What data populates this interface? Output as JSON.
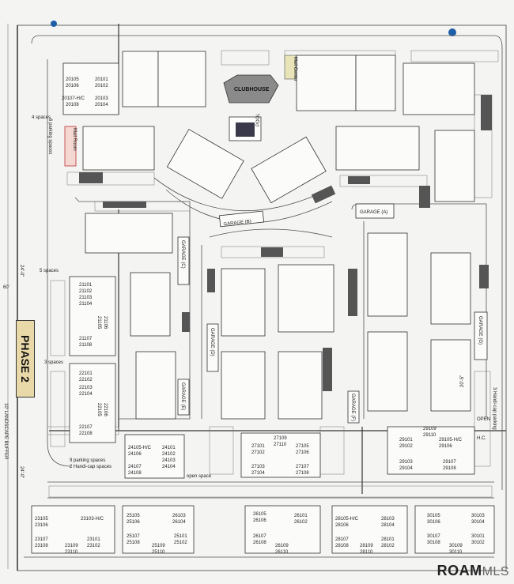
{
  "labels": {
    "clubhouse": "CLUBHOUSE",
    "pool": "POOL",
    "mail_center": "Mail Center",
    "mail_room": "Mail Room",
    "garage_a": "GARAGE (A)",
    "garage_b": "GARAGE (B)",
    "garage_c": "GARAGE (C)",
    "garage_d": "GARAGE (D)",
    "garage_e": "GARAGE (E)",
    "garage_f": "GARAGE (F)",
    "garage_g": "GARAGE (G)",
    "parking_6": "6 parking spaces",
    "spaces_4": "4 spaces",
    "spaces_5": "5 spaces",
    "spaces_3": "3 spaces",
    "parking_9": "9 parking spaces",
    "handicap_2": "2 Handi-cap spaces",
    "handicap_parking": "3 Handi-cap parking",
    "open_space": "open space",
    "open": "OPEN",
    "hc": "H.C.",
    "dim_24_0": "24'-0\"",
    "dim_60": "60'",
    "dim_20_5": "20'-5\"",
    "buffer": "10' LANDSCAPE BUFFER"
  },
  "phase_label": "PHASE 2",
  "units": {
    "b20": [
      "20105",
      "20101",
      "20106",
      "20102",
      "20107-H/C",
      "20103",
      "20108",
      "20104"
    ],
    "b21": [
      "21101",
      "21102",
      "21103",
      "21104",
      "21105",
      "21106",
      "21107",
      "21108"
    ],
    "b22": [
      "22101",
      "22102",
      "22103",
      "22104",
      "22105",
      "22106",
      "22107",
      "22108"
    ],
    "b23": [
      "23105",
      "23106",
      "23103-H/C",
      "23107",
      "23108",
      "23101",
      "23102",
      "23109",
      "23110"
    ],
    "b24": [
      "24105-H/C",
      "24101",
      "24106",
      "24102",
      "24103",
      "24107",
      "24108",
      "24104"
    ],
    "b25": [
      "25105",
      "25106",
      "25107",
      "25108",
      "25109",
      "25110",
      "25101",
      "25102"
    ],
    "b26": [
      "26103",
      "26104",
      "26101",
      "26102",
      "26105",
      "26106",
      "26107",
      "26108",
      "26109",
      "26110"
    ],
    "b27": [
      "27101",
      "27102",
      "27109",
      "27110",
      "27103",
      "27104",
      "27105",
      "27106",
      "27107",
      "27108"
    ],
    "b28": [
      "28105-H/C",
      "28106",
      "28103",
      "28104",
      "28107",
      "28108",
      "28109",
      "28110",
      "28101",
      "28102"
    ],
    "b29": [
      "29109",
      "29110",
      "29101",
      "29102",
      "29103",
      "29104",
      "29105-H/C",
      "29106",
      "29107",
      "29108"
    ],
    "b30": [
      "30105",
      "30106",
      "30103",
      "30104",
      "30107",
      "30108",
      "30109",
      "30110",
      "30101",
      "30102"
    ]
  },
  "logo": {
    "main": "ROAM",
    "suffix": "MLS"
  }
}
